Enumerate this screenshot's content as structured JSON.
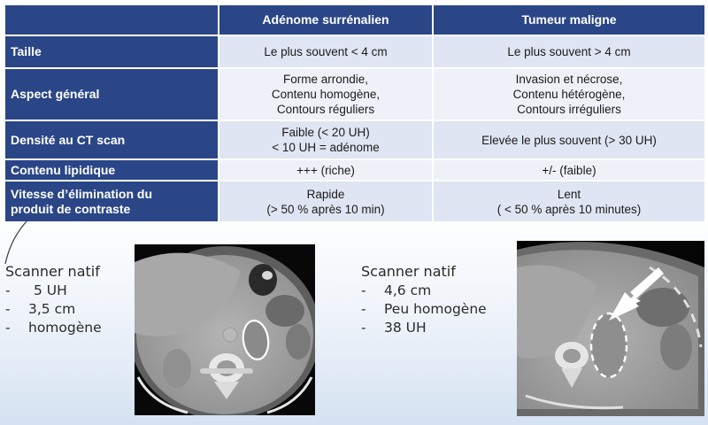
{
  "table": {
    "headers": [
      "",
      "Adénome surrénalien",
      "Tumeur maligne"
    ],
    "rows": [
      {
        "label": "Taille",
        "adenome": "Le plus souvent < 4 cm",
        "maligne": "Le plus souvent > 4 cm"
      },
      {
        "label": "Aspect général",
        "adenome": "Forme arrondie,\nContenu homogène,\nContours réguliers",
        "maligne": "Invasion et nécrose,\nContenu hétérogène,\nContours irréguliers"
      },
      {
        "label": "Densité au CT scan",
        "adenome": "Faible (< 20 UH)\n< 10 UH = adénome",
        "maligne": "Elevée le plus souvent (> 30 UH)"
      },
      {
        "label": "Contenu lipidique",
        "adenome": "+++ (riche)",
        "maligne": "+/- (faible)"
      },
      {
        "label": "Vitesse d’élimination du\nproduit de contraste",
        "adenome": "Rapide\n(> 50 % après 10 min)",
        "maligne": "Lent\n( < 50 % après 10 minutes)"
      }
    ]
  },
  "left_case": {
    "title": "Scanner natif",
    "items": [
      "5 UH",
      "3,5 cm",
      "homogène"
    ]
  },
  "right_case": {
    "title": "Scanner natif",
    "items": [
      "4,6 cm",
      "Peu homogène",
      "38 UH"
    ]
  },
  "colors": {
    "header_blue": "#2a4687",
    "cell_light": "#dfe5f2",
    "cell_lighter": "#eef1f8"
  }
}
